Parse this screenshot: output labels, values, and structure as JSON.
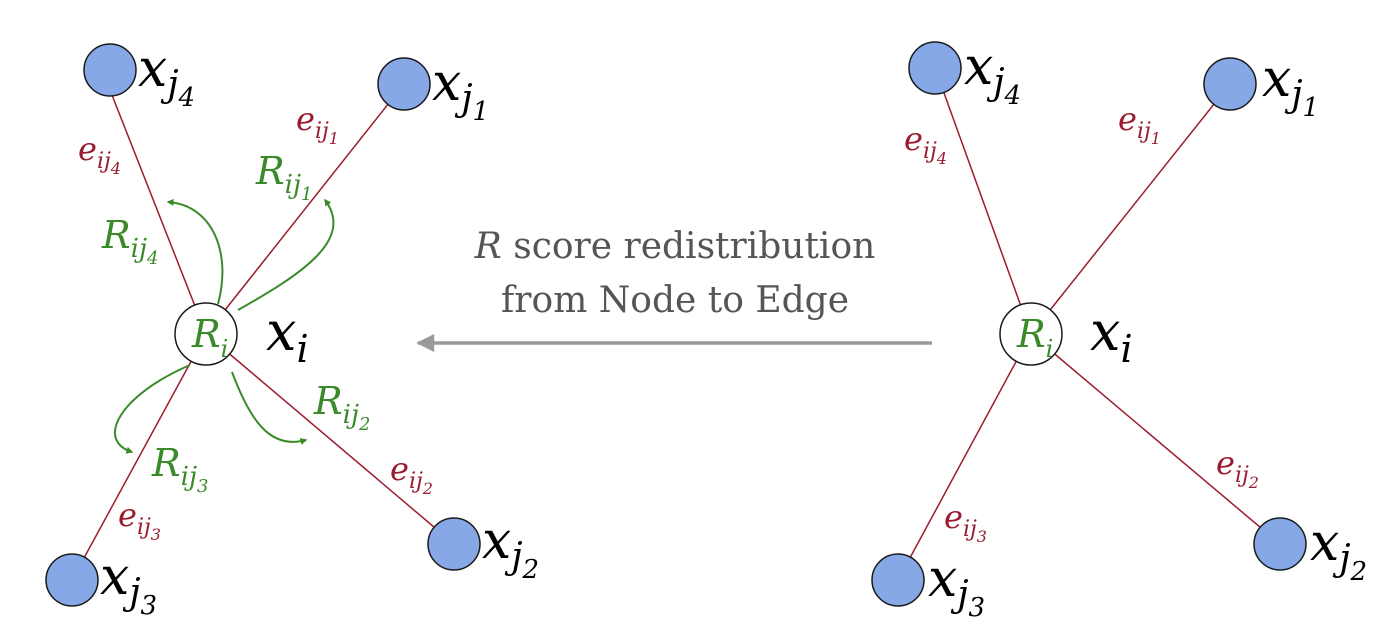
{
  "colors": {
    "edge": "#9b1c2e",
    "relevance": "#3b8a2a",
    "neighbor_fill": "#86a8e6",
    "arrow": "#9a9a9a",
    "caption": "#555555"
  },
  "icons": [
    "center-node-circle",
    "neighbor-node-circle",
    "curved-arrow",
    "straight-arrow"
  ],
  "caption": {
    "var": "R",
    "line1_rest": " score redistribution",
    "line2": "from Node to Edge"
  },
  "left_graph": {
    "center": {
      "base": "x",
      "sub": "i",
      "inner_base": "R",
      "inner_sub": "i"
    },
    "neighbors": [
      {
        "id": "j4",
        "base": "x",
        "sub": "j",
        "subsub": "4",
        "edge": {
          "base": "e",
          "sub": "ij",
          "subsub": "4"
        },
        "rel": {
          "base": "R",
          "sub": "ij",
          "subsub": "4"
        }
      },
      {
        "id": "j1",
        "base": "x",
        "sub": "j",
        "subsub": "1",
        "edge": {
          "base": "e",
          "sub": "ij",
          "subsub": "1"
        },
        "rel": {
          "base": "R",
          "sub": "ij",
          "subsub": "1"
        }
      },
      {
        "id": "j3",
        "base": "x",
        "sub": "j",
        "subsub": "3",
        "edge": {
          "base": "e",
          "sub": "ij",
          "subsub": "3"
        },
        "rel": {
          "base": "R",
          "sub": "ij",
          "subsub": "3"
        }
      },
      {
        "id": "j2",
        "base": "x",
        "sub": "j",
        "subsub": "2",
        "edge": {
          "base": "e",
          "sub": "ij",
          "subsub": "2"
        },
        "rel": {
          "base": "R",
          "sub": "ij",
          "subsub": "2"
        }
      }
    ]
  },
  "right_graph": {
    "center": {
      "base": "x",
      "sub": "i",
      "inner_base": "R",
      "inner_sub": "i"
    },
    "neighbors": [
      {
        "id": "j4",
        "base": "x",
        "sub": "j",
        "subsub": "4",
        "edge": {
          "base": "e",
          "sub": "ij",
          "subsub": "4"
        }
      },
      {
        "id": "j1",
        "base": "x",
        "sub": "j",
        "subsub": "1",
        "edge": {
          "base": "e",
          "sub": "ij",
          "subsub": "1"
        }
      },
      {
        "id": "j3",
        "base": "x",
        "sub": "j",
        "subsub": "3",
        "edge": {
          "base": "e",
          "sub": "ij",
          "subsub": "3"
        }
      },
      {
        "id": "j2",
        "base": "x",
        "sub": "j",
        "subsub": "2",
        "edge": {
          "base": "e",
          "sub": "ij",
          "subsub": "2"
        }
      }
    ]
  }
}
